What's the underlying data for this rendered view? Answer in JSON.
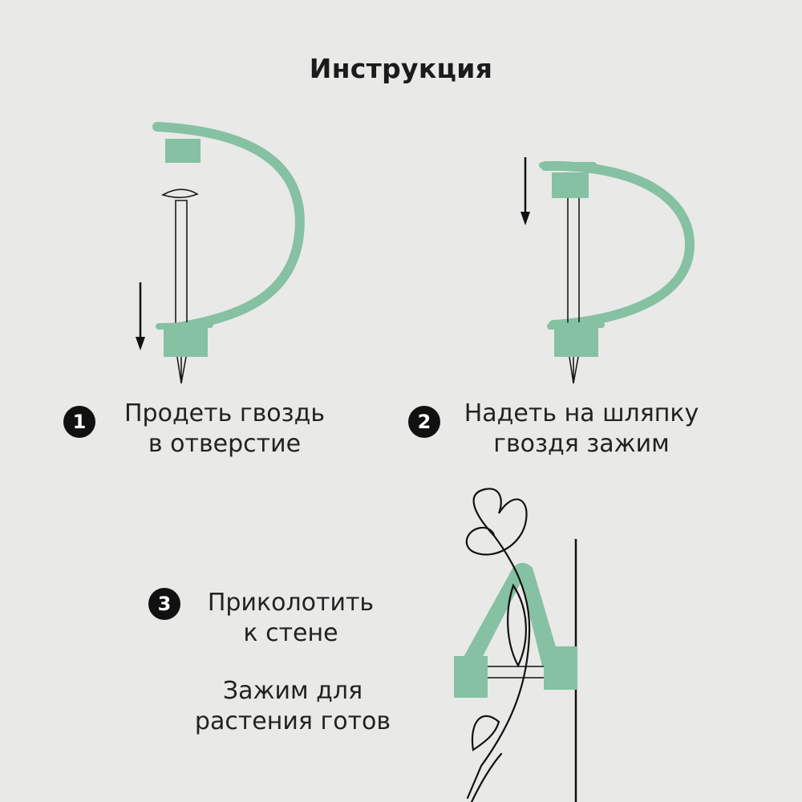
{
  "title": "Инструкция",
  "colors": {
    "clip": "#85c1a2",
    "background": "#e9e9e8",
    "ink": "#1b1b1b"
  },
  "steps": [
    {
      "number": "1",
      "line1": "Продеть гвоздь",
      "line2": "в отверстие"
    },
    {
      "number": "2",
      "line1": "Надеть на шляпку",
      "line2": "гвоздя зажим"
    },
    {
      "number": "3",
      "line1": "Приколотить",
      "line2": "к стене"
    }
  ],
  "result": {
    "line1": "Зажим для",
    "line2": "растения готов"
  }
}
